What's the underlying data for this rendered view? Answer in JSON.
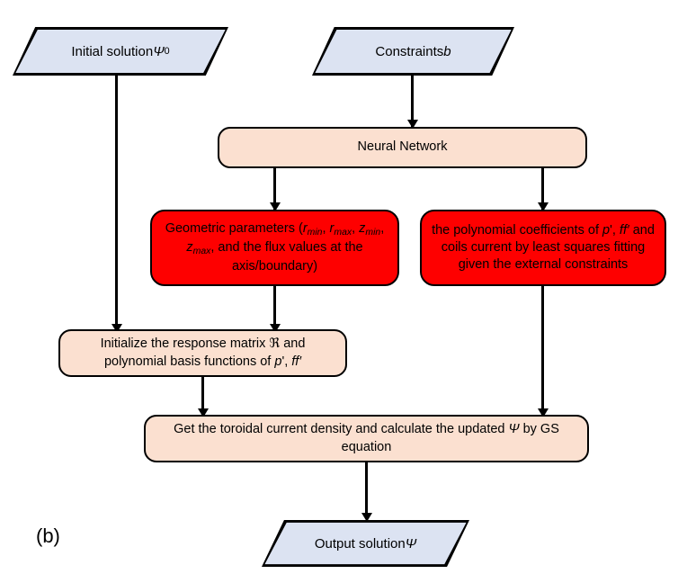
{
  "figure": {
    "caption": "(b)",
    "type": "flowchart"
  },
  "colors": {
    "terminator_fill": "#DCE3F2",
    "process_fill": "#FBE0D0",
    "highlight_fill": "#FE0000",
    "stroke": "#000000",
    "text": "#000000",
    "background": "#FFFFFF"
  },
  "nodes": {
    "initial_solution": {
      "label": "Initial solution Ψ0",
      "label_html": "Initial solution <i class=\"v\">Ψ</i><span class=\"sub\">0</span>",
      "shape": "parallelogram",
      "fill": "#DCE3F2"
    },
    "constraints": {
      "label": "Constraints b",
      "label_html": "Constraints <i class=\"v\">b</i>",
      "shape": "parallelogram",
      "fill": "#DCE3F2"
    },
    "neural_network": {
      "label": "Neural Network",
      "label_html": "Neural Network",
      "shape": "rounded-rect",
      "fill": "#FBE0D0"
    },
    "geometric_parameters": {
      "label": "Geometric parameters (rmin, rmax, zmin, zmax, and the flux values at the axis/boundary)",
      "label_html": "Geometric parameters (<i class=\"v\">r</i><span class=\"sub\"><i class=\"v\">min</i></span>, <i class=\"v\">r</i><span class=\"sub\"><i class=\"v\">max</i></span>, <i class=\"v\">z</i><span class=\"sub\"><i class=\"v\">min</i></span>, <i class=\"v\">z</i><span class=\"sub\"><i class=\"v\">max</i></span>, and the flux values at the axis/boundary)",
      "shape": "rounded-rect",
      "fill": "#FE0000"
    },
    "polynomial_coefficients": {
      "label": "the polynomial coefficients of p', ff' and coils current by least squares fitting given the external constraints",
      "label_html": "the polynomial coefficients of <i class=\"v\">p</i>', <i class=\"v\">ff′</i> and coils current by least squares fitting given the external constraints",
      "shape": "rounded-rect",
      "fill": "#FE0000"
    },
    "initialize_response_matrix": {
      "label": "Initialize the response matrix ℜ and polynomial basis functions of p', ff'",
      "label_html": "Initialize the response matrix <span class=\"fr\">ℜ</span> and polynomial basis functions of <i class=\"v\">p</i>', <i class=\"v\">ff′</i>",
      "shape": "rounded-rect",
      "fill": "#FBE0D0"
    },
    "get_toroidal_current": {
      "label": "Get the toroidal current density and calculate the updated Ψ by GS equation",
      "label_html": "Get the toroidal current density and calculate the updated <i class=\"v\">Ψ</i> by GS equation",
      "shape": "rounded-rect",
      "fill": "#FBE0D0"
    },
    "output_solution": {
      "label": "Output solution Ψ",
      "label_html": "Output solution <i class=\"v\">Ψ</i>",
      "shape": "parallelogram",
      "fill": "#DCE3F2"
    }
  },
  "edges": [
    {
      "from": "initial_solution",
      "to": "initialize_response_matrix",
      "arrow": true
    },
    {
      "from": "constraints",
      "to": "neural_network",
      "arrow": true
    },
    {
      "from": "neural_network",
      "to": "geometric_parameters",
      "arrow": true
    },
    {
      "from": "neural_network",
      "to": "polynomial_coefficients",
      "arrow": true
    },
    {
      "from": "geometric_parameters",
      "to": "initialize_response_matrix",
      "arrow": true
    },
    {
      "from": "polynomial_coefficients",
      "to": "get_toroidal_current",
      "arrow": true
    },
    {
      "from": "initialize_response_matrix",
      "to": "get_toroidal_current",
      "arrow": true
    },
    {
      "from": "get_toroidal_current",
      "to": "output_solution",
      "arrow": true
    }
  ]
}
